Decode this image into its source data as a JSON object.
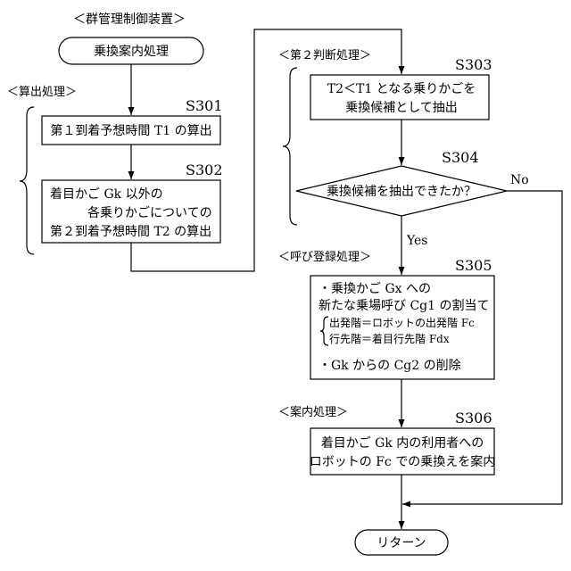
{
  "title": "＜群管理制御装置＞",
  "start": "乗換案内処理",
  "end": "リターン",
  "groups": {
    "calc": "＜算出処理＞",
    "judge": "＜第２判断処理＞",
    "call": "＜呼び登録処理＞",
    "guide": "＜案内処理＞"
  },
  "steps": {
    "s301": {
      "id": "S301",
      "lines": [
        "第１到着予想時間 T1 の算出"
      ]
    },
    "s302": {
      "id": "S302",
      "lines": [
        "着目かご Gk 以外の",
        "各乗りかごについての",
        "第２到着予想時間 T2 の算出"
      ]
    },
    "s303": {
      "id": "S303",
      "lines": [
        "T2＜T1 となる乗りかごを",
        "乗換候補として抽出"
      ]
    },
    "s304": {
      "id": "S304",
      "lines": [
        "乗換候補を抽出できたか？"
      ]
    },
    "s305": {
      "id": "S305",
      "lines": [
        "・乗換かご Gx への",
        "新たな乗場呼び Cg1 の割当て"
      ],
      "sub": [
        "出発階＝ロボットの出発階 Fc",
        "行先階＝着目行先階 Fdx"
      ],
      "last": "・Gk からの Cg2 の削除"
    },
    "s306": {
      "id": "S306",
      "lines": [
        "着目かご Gk 内の利用者への",
        "ロボットの Fc での乗換えを案内"
      ]
    }
  },
  "branches": {
    "yes": "Yes",
    "no": "No"
  }
}
